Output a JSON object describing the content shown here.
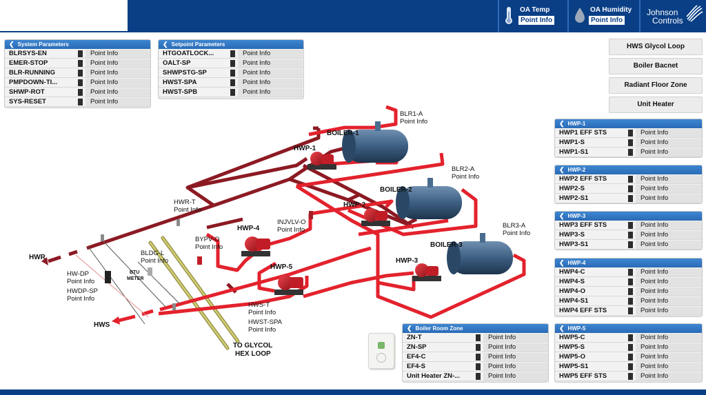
{
  "header": {
    "oa_temp": {
      "title": "OA Temp",
      "button": "Point Info",
      "icon": "thermometer-icon"
    },
    "oa_humidity": {
      "title": "OA Humidity",
      "button": "Point Info",
      "icon": "water-drop-icon"
    },
    "logo": {
      "line1": "Johnson",
      "line2": "Controls"
    }
  },
  "colors": {
    "brand": "#0a3f86",
    "panel_header": "#2f74c0",
    "pipe_red": "#e0232e",
    "pipe_dark": "#8e1b24",
    "glycol": "#c7c36a"
  },
  "nav_buttons": [
    "HWS Glycol Loop",
    "Boiler Bacnet",
    "Radiant Floor Zone",
    "Unit Heater"
  ],
  "system_parameters": {
    "title": "System Parameters",
    "rows": [
      {
        "name": "BLRSYS-EN",
        "value": "Point Info"
      },
      {
        "name": "EMER-STOP",
        "value": "Point Info"
      },
      {
        "name": "BLR-RUNNING",
        "value": "Point Info"
      },
      {
        "name": "PMPDOWN-TI...",
        "value": "Point Info"
      },
      {
        "name": "SHWP-ROT",
        "value": "Point Info"
      },
      {
        "name": "SYS-RESET",
        "value": "Point Info"
      }
    ]
  },
  "setpoint_parameters": {
    "title": "Setpoint Parameters",
    "rows": [
      {
        "name": "HTGOATLOCK...",
        "value": "Point Info"
      },
      {
        "name": "OALT-SP",
        "value": "Point Info"
      },
      {
        "name": "SHWPSTG-SP",
        "value": "Point Info"
      },
      {
        "name": "HWST-SPA",
        "value": "Point Info"
      },
      {
        "name": "HWST-SPB",
        "value": "Point Info"
      }
    ]
  },
  "hwp_panels": [
    {
      "title": "HWP-1",
      "rows": [
        {
          "name": "HWP1 EFF STS",
          "value": "Point Info"
        },
        {
          "name": "HWP1-S",
          "value": "Point Info"
        },
        {
          "name": "HWP1-S1",
          "value": "Point Info"
        }
      ]
    },
    {
      "title": "HWP-2",
      "rows": [
        {
          "name": "HWP2 EFF STS",
          "value": "Point Info"
        },
        {
          "name": "HWP2-S",
          "value": "Point Info"
        },
        {
          "name": "HWP2-S1",
          "value": "Point Info"
        }
      ]
    },
    {
      "title": "HWP-3",
      "rows": [
        {
          "name": "HWP3 EFF STS",
          "value": "Point Info"
        },
        {
          "name": "HWP3-S",
          "value": "Point Info"
        },
        {
          "name": "HWP3-S1",
          "value": "Point Info"
        }
      ]
    },
    {
      "title": "HWP-4",
      "rows": [
        {
          "name": "HWP4-C",
          "value": "Point Info"
        },
        {
          "name": "HWP4-S",
          "value": "Point Info"
        },
        {
          "name": "HWP4-O",
          "value": "Point Info"
        },
        {
          "name": "HWP4-S1",
          "value": "Point Info"
        },
        {
          "name": "HWP4 EFF STS",
          "value": "Point Info"
        }
      ]
    },
    {
      "title": "HWP-5",
      "rows": [
        {
          "name": "HWP5-C",
          "value": "Point Info"
        },
        {
          "name": "HWP5-S",
          "value": "Point Info"
        },
        {
          "name": "HWP5-O",
          "value": "Point Info"
        },
        {
          "name": "HWP5-S1",
          "value": "Point Info"
        },
        {
          "name": "HWP5 EFF STS",
          "value": "Point Info"
        }
      ]
    }
  ],
  "boiler_room_zone": {
    "title": "Boiler Room Zone",
    "rows": [
      {
        "name": "ZN-T",
        "value": "Point Info"
      },
      {
        "name": "ZN-SP",
        "value": "Point Info"
      },
      {
        "name": "EF4-C",
        "value": "Point Info"
      },
      {
        "name": "EF4-S",
        "value": "Point Info"
      },
      {
        "name": "Unit Heater ZN-...",
        "value": "Point Info"
      }
    ]
  },
  "diagram": {
    "boilers": [
      "BOILER-1",
      "BOILER-2",
      "BOILER-3"
    ],
    "pumps": [
      "HWP-1",
      "HWP-2",
      "HWP-3",
      "HWP-4",
      "HWP-5"
    ],
    "pipe_labels": {
      "hwr": "HWR",
      "hws": "HWS",
      "glycol_line1": "TO GLYCOL",
      "glycol_line2": "HEX LOOP",
      "btu_line1": "BTU",
      "btu_line2": "METER"
    },
    "point_labels": [
      {
        "name": "BLR1-A",
        "value": "Point Info"
      },
      {
        "name": "BLR2-A",
        "value": "Point Info"
      },
      {
        "name": "BLR3-A",
        "value": "Point Info"
      },
      {
        "name": "HWR-T",
        "value": "Point Info"
      },
      {
        "name": "INJVLV-O",
        "value": "Point Info"
      },
      {
        "name": "BYPV-O",
        "value": "Point Info"
      },
      {
        "name": "BLDG-L",
        "value": "Point Info"
      },
      {
        "name": "HW-DP",
        "value": "Point Info"
      },
      {
        "name": "HWDP-SP",
        "value": "Point Info"
      },
      {
        "name": "HWS-T",
        "value": "Point Info"
      },
      {
        "name": "HWST-SPA",
        "value": "Point Info"
      }
    ]
  }
}
